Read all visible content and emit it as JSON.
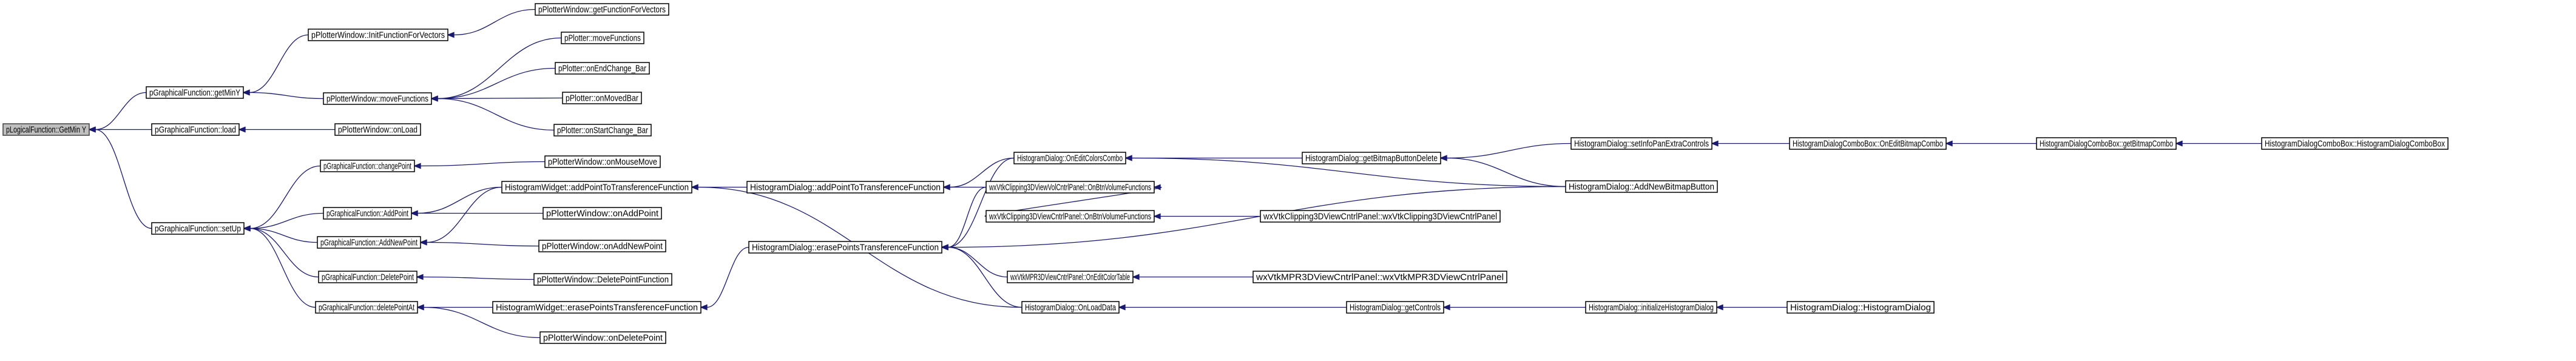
{
  "diagram": {
    "type": "caller-graph",
    "nodes": [
      {
        "id": "n0",
        "label": "pLogicalFunction::GetMin Y",
        "root": true
      },
      {
        "id": "n1",
        "label": "pGraphicalFunction::getMinY"
      },
      {
        "id": "n2",
        "label": "pPlotterWindow::InitFunctionForVectors"
      },
      {
        "id": "n3",
        "label": "pPlotterWindow::getFunctionForVectors"
      },
      {
        "id": "n4",
        "label": "pPlotterWindow::moveFunctions"
      },
      {
        "id": "n5",
        "label": "pPlotter::moveFunctions"
      },
      {
        "id": "n6",
        "label": "pPlotter::onEndChange_Bar"
      },
      {
        "id": "n7",
        "label": "pPlotter::onMovedBar"
      },
      {
        "id": "n8",
        "label": "pPlotter::onStartChange_Bar"
      },
      {
        "id": "n9",
        "label": "pGraphicalFunction::load"
      },
      {
        "id": "n10",
        "label": "pPlotterWindow::onLoad"
      },
      {
        "id": "n11",
        "label": "pGraphicalFunction::setUp"
      },
      {
        "id": "n12",
        "label": "pGraphicalFunction::changePoint"
      },
      {
        "id": "n13",
        "label": "pPlotterWindow::onMouseMove"
      },
      {
        "id": "n14",
        "label": "pGraphicalFunction::AddPoint"
      },
      {
        "id": "n15",
        "label": "HistogramWidget::addPointToTransferenceFunction"
      },
      {
        "id": "n16",
        "label": "HistogramDialog::addPointToTransferenceFunction"
      },
      {
        "id": "n17",
        "label": "HistogramDialog::OnEditColorsCombo"
      },
      {
        "id": "n18",
        "label": "HistogramDialog::getBitmapButtonDelete"
      },
      {
        "id": "n19",
        "label": "HistogramDialog::setInfoPanExtraControls"
      },
      {
        "id": "n20",
        "label": "HistogramDialogComboBox::OnEditBitmapCombo"
      },
      {
        "id": "n21",
        "label": "HistogramDialogComboBox::getBitmapCombo"
      },
      {
        "id": "n22",
        "label": "HistogramDialogComboBox::HistogramDialogComboBox"
      },
      {
        "id": "n23",
        "label": "HistogramDialog::AddNewBitmapButton"
      },
      {
        "id": "n24",
        "label": "wxVtkClipping3DViewVolCntrlPanel::OnBtnVolumeFunctions"
      },
      {
        "id": "n25",
        "label": "wxVtkClipping3DViewCntrlPanel::OnBtnVolumeFunctions"
      },
      {
        "id": "n26",
        "label": "wxVtkClipping3DViewCntrlPanel::wxVtkClipping3DViewCntrlPanel"
      },
      {
        "id": "n27",
        "label": "HistogramDialog::erasePointsTransferenceFunction"
      },
      {
        "id": "n28",
        "label": "wxVtkMPR3DViewCntrlPanel::OnEditColorTable"
      },
      {
        "id": "n29",
        "label": "wxVtkMPR3DViewCntrlPanel::wxVtkMPR3DViewCntrlPanel"
      },
      {
        "id": "n30",
        "label": "HistogramDialog::OnLoadData"
      },
      {
        "id": "n31",
        "label": "HistogramDialog::getControls"
      },
      {
        "id": "n32",
        "label": "HistogramDialog::initializeHistogramDialog"
      },
      {
        "id": "n33",
        "label": "HistogramDialog::HistogramDialog"
      },
      {
        "id": "n34",
        "label": "pPlotterWindow::onAddPoint"
      },
      {
        "id": "n35",
        "label": "pGraphicalFunction::AddNewPoint"
      },
      {
        "id": "n36",
        "label": "pPlotterWindow::onAddNewPoint"
      },
      {
        "id": "n37",
        "label": "pGraphicalFunction::DeletePoint"
      },
      {
        "id": "n38",
        "label": "pPlotterWindow::DeletePointFunction"
      },
      {
        "id": "n39",
        "label": "pGraphicalFunction::deletePointAt"
      },
      {
        "id": "n40",
        "label": "HistogramWidget::erasePointsTransferenceFunction"
      },
      {
        "id": "n41",
        "label": "pPlotterWindow::onDeletePoint"
      }
    ],
    "edges": [
      [
        "n1",
        "n0"
      ],
      [
        "n9",
        "n0"
      ],
      [
        "n11",
        "n0"
      ],
      [
        "n2",
        "n1"
      ],
      [
        "n4",
        "n1"
      ],
      [
        "n3",
        "n2"
      ],
      [
        "n5",
        "n4"
      ],
      [
        "n6",
        "n4"
      ],
      [
        "n7",
        "n4"
      ],
      [
        "n8",
        "n4"
      ],
      [
        "n10",
        "n9"
      ],
      [
        "n12",
        "n11"
      ],
      [
        "n14",
        "n11"
      ],
      [
        "n35",
        "n11"
      ],
      [
        "n37",
        "n11"
      ],
      [
        "n39",
        "n11"
      ],
      [
        "n13",
        "n12"
      ],
      [
        "n15",
        "n14"
      ],
      [
        "n34",
        "n14"
      ],
      [
        "n16",
        "n15"
      ],
      [
        "n30",
        "n15"
      ],
      [
        "n17",
        "n16"
      ],
      [
        "n24",
        "n16"
      ],
      [
        "n18",
        "n17"
      ],
      [
        "n23",
        "n17"
      ],
      [
        "n19",
        "n18"
      ],
      [
        "n23",
        "n18"
      ],
      [
        "n20",
        "n19"
      ],
      [
        "n21",
        "n20"
      ],
      [
        "n22",
        "n21"
      ],
      [
        "n25",
        "n24"
      ],
      [
        "n26",
        "n25"
      ],
      [
        "n15",
        "n35"
      ],
      [
        "n36",
        "n35"
      ],
      [
        "n38",
        "n37"
      ],
      [
        "n40",
        "n39"
      ],
      [
        "n41",
        "n39"
      ],
      [
        "n27",
        "n40"
      ],
      [
        "n17",
        "n27"
      ],
      [
        "n24",
        "n27"
      ],
      [
        "n28",
        "n27"
      ],
      [
        "n30",
        "n27"
      ],
      [
        "n23",
        "n27"
      ],
      [
        "n29",
        "n28"
      ],
      [
        "n31",
        "n30"
      ],
      [
        "n32",
        "n31"
      ],
      [
        "n33",
        "n32"
      ]
    ]
  }
}
